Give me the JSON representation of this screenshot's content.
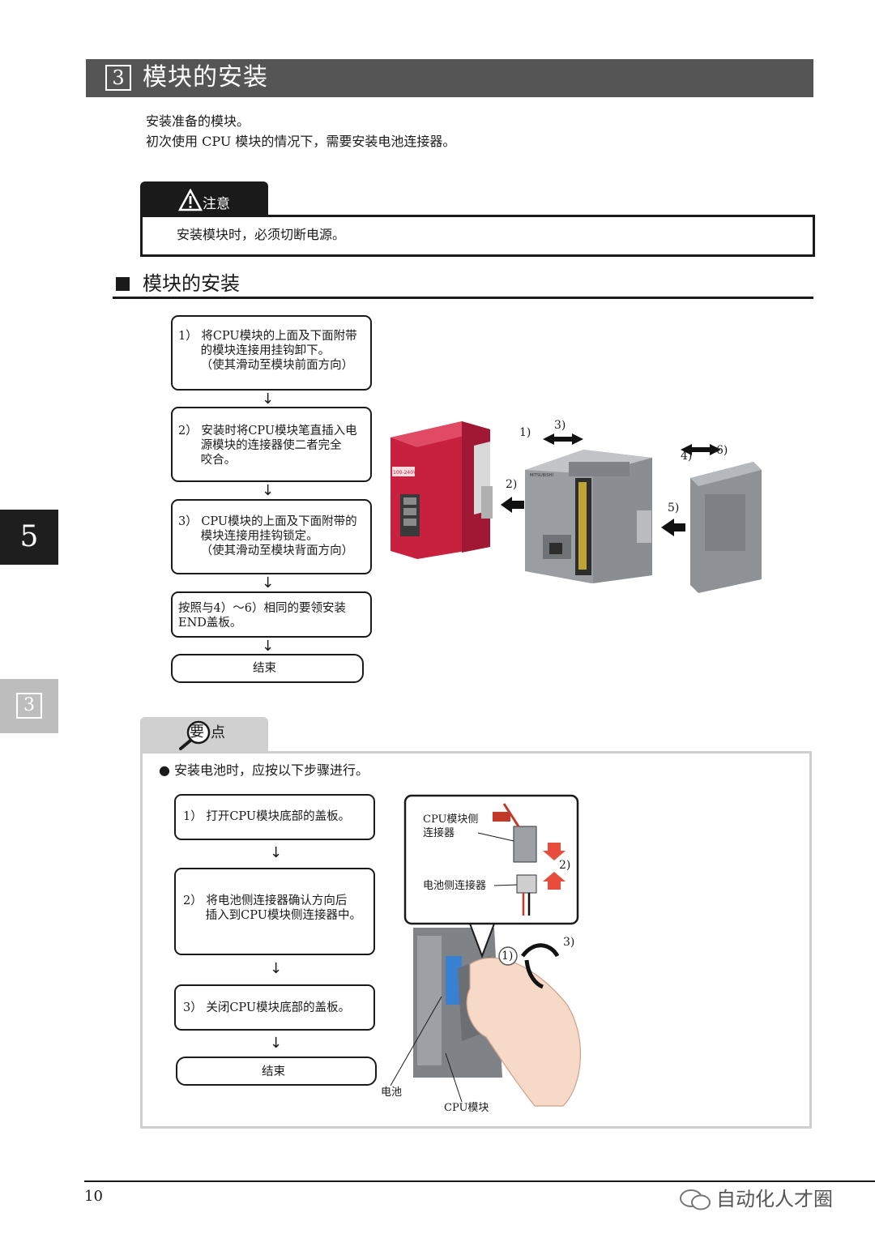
{
  "header": {
    "section_number": "3",
    "title": "模块的安装"
  },
  "intro": {
    "line1": "安装准备的模块。",
    "line2": "初次使用 CPU 模块的情况下，需要安装电池连接器。"
  },
  "caution": {
    "label": "注意",
    "text": "安装模块时，必须切断电源。"
  },
  "subsection": {
    "title": "模块的安装"
  },
  "install_flow": {
    "steps": [
      "1） 将CPU模块的上面及下面附带\n      的模块连接用挂钩卸下。\n      （使其滑动至模块前面方向）",
      "2） 安装时将CPU模块笔直插入电\n      源模块的连接器使二者完全\n      咬合。",
      "3） CPU模块的上面及下面附带的\n      模块连接用挂钩锁定。\n      （使其滑动至模块背面方向）",
      "按照与4）～6）相同的要领安装\nEND盖板。"
    ],
    "end": "结束",
    "arrow": "↓"
  },
  "figure1": {
    "callouts": [
      "1)",
      "3)",
      "2)",
      "4)",
      "6)",
      "5)"
    ],
    "power_input_text": "100-240VAC",
    "brand_text": "MITSUBISHI",
    "colors": {
      "power_module": "#c8203f",
      "cpu_module": "#9a9da2",
      "end_cover": "#8e9196"
    }
  },
  "side_tabs": {
    "chapter": "5",
    "subtab": "3"
  },
  "point": {
    "label": "点",
    "icon_char": "要",
    "bullet": "● 安装电池时，应按以下步骤进行。",
    "steps": [
      "1） 打开CPU模块底部的盖板。",
      "2） 将电池侧连接器确认方向后\n      插入到CPU模块侧连接器中。",
      "3） 关闭CPU模块底部的盖板。"
    ],
    "end": "结束",
    "figure": {
      "cpu_connector_label": "CPU模块侧\n连接器",
      "battery_connector_label": "电池侧连接器",
      "battery_label": "电池",
      "cpu_module_label": "CPU模块",
      "callouts": [
        "2)",
        "1)",
        "3)"
      ]
    }
  },
  "footer": {
    "page_number": "10",
    "watermark": "自动化人才圈"
  }
}
